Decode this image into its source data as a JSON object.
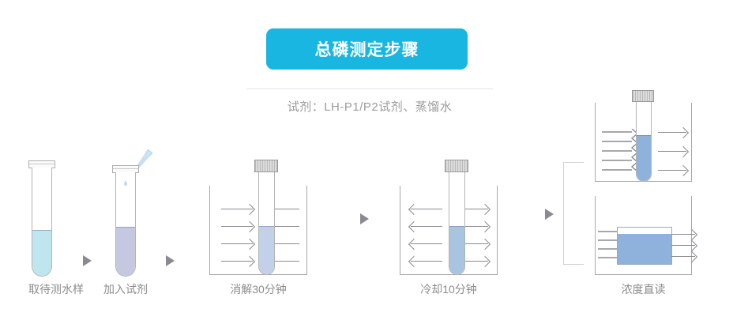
{
  "header": {
    "title": "总磷测定步骤",
    "subtitle": "试剂：LH-P1/P2试剂、蒸馏水",
    "banner_color": "#18b6e0",
    "title_color": "#ffffff",
    "subtitle_color": "#9b9b9b",
    "divider_color": "#e2e2e2"
  },
  "palette": {
    "glass_outline": "#b3b3b3",
    "chamber_outline": "#a8a8a8",
    "arrow": "#8a8a93",
    "label": "#8c8c8c",
    "sample_liquid": "#bfe5ef",
    "reagent_liquid": "#c5c8e0",
    "digest_liquid": "#c3d0ea",
    "cooled_liquid": "#a8c4e0",
    "read_liquid": "#8fb2dc",
    "cap_gray": "#c4c4c4",
    "pipette_blue": "#bcd8f2",
    "bracket": "#d2d2d2"
  },
  "steps": [
    {
      "index": 1,
      "label": "取待测水样",
      "kind": "open-tube",
      "liquid": "sample_liquid",
      "fill_percent": 30
    },
    {
      "index": 2,
      "label": "加入试剂",
      "kind": "open-tube-with-pipette",
      "liquid": "reagent_liquid",
      "fill_percent": 46,
      "pipette_icon": "pipette-icon",
      "droplet_icon": "droplet-icon"
    },
    {
      "index": 3,
      "label": "消解30分钟",
      "kind": "capped-tube-in-chamber",
      "liquid": "digest_liquid",
      "fill_percent": 44,
      "arrow_direction": "inward",
      "arrow_rows": 4
    },
    {
      "index": 4,
      "label": "冷却10分钟",
      "kind": "capped-tube-in-chamber",
      "liquid": "cooled_liquid",
      "fill_percent": 44,
      "arrow_direction": "outward",
      "arrow_rows": 4
    },
    {
      "index": 5,
      "label": "浓度直读",
      "kind": "dual-reader",
      "top_chamber": {
        "liquid": "read_liquid",
        "fill_percent": 58,
        "in_arrow_rows": 5,
        "out_arrow_rows": 3,
        "in_arrow_style": "wavy",
        "out_arrow_style": "straight"
      },
      "bottom_chamber": {
        "liquid": "read_liquid",
        "fill_percent": 82,
        "in_arrow_rows": 4,
        "out_arrow_rows": 3,
        "in_arrow_style": "wavy",
        "out_arrow_style": "straight"
      }
    }
  ],
  "separators": [
    {
      "after_step": 1,
      "icon": "play-triangle-icon"
    },
    {
      "after_step": 2,
      "icon": "play-triangle-icon"
    },
    {
      "after_step": 3,
      "icon": "play-triangle-icon"
    },
    {
      "after_step": 4,
      "icon": "play-triangle-icon"
    }
  ]
}
